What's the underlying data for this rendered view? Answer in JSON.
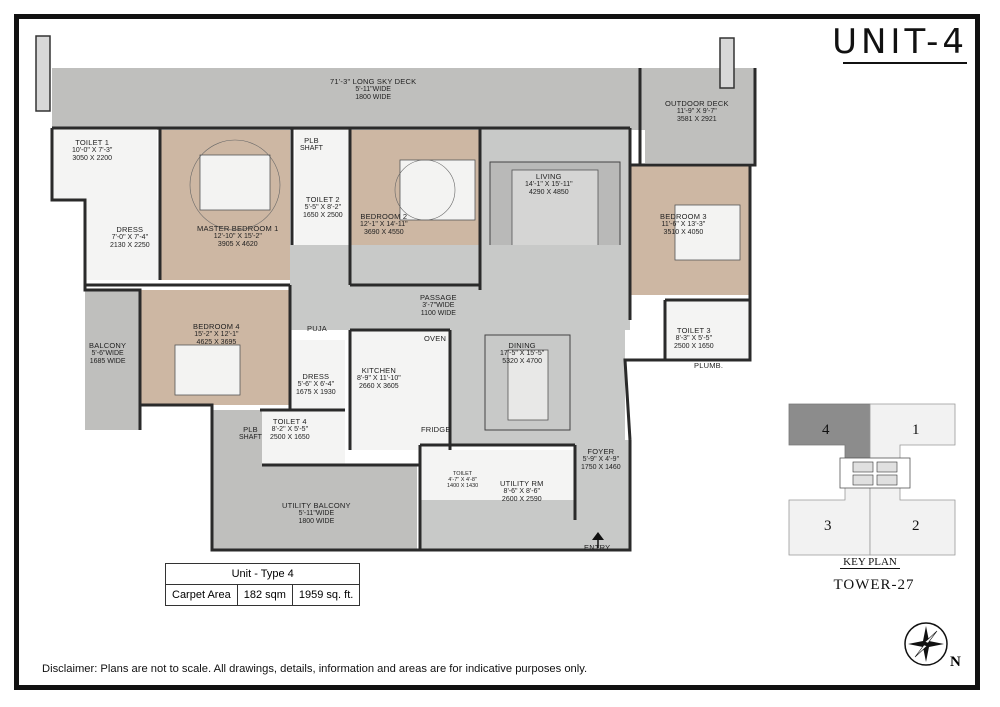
{
  "title": "UNIT-4",
  "rooms": {
    "sky_deck": {
      "name": "71'-3\" LONG SKY DECK",
      "l2": "5'-11\"WIDE",
      "l3": "1800 WIDE"
    },
    "outdoor_deck": {
      "name": "OUTDOOR DECK",
      "l2": "11'-9\" X 9'-7\"",
      "l3": "3581 X 2921"
    },
    "toilet1": {
      "name": "TOILET 1",
      "l2": "10'-0\" X 7'-3\"",
      "l3": "3050 X 2200"
    },
    "master_bedroom": {
      "name": "MASTER BEDROOM 1",
      "l2": "12'-10\" X 15'-2\"",
      "l3": "3905 X 4620"
    },
    "dress1": {
      "name": "DRESS",
      "l2": "7'-0\" X 7'-4\"",
      "l3": "2130 X 2250"
    },
    "plb_shaft1": {
      "name": "PLB",
      "l2": "SHAFT"
    },
    "toilet2": {
      "name": "TOILET 2",
      "l2": "5'-5\" X 8'-2\"",
      "l3": "1650 X 2500"
    },
    "bedroom2": {
      "name": "BEDROOM 2",
      "l2": "12'-1\" X 14'-11\"",
      "l3": "3690 X 4550"
    },
    "living": {
      "name": "LIVING",
      "l2": "14'-1\" X 15'-11\"",
      "l3": "4290 X 4850"
    },
    "bedroom3": {
      "name": "BEDROOM 3",
      "l2": "11'-6\" X 13'-3\"",
      "l3": "3510 X 4050"
    },
    "passage": {
      "name": "PASSAGE",
      "l2": "3'-7\"WIDE",
      "l3": "1100 WIDE"
    },
    "toilet3": {
      "name": "TOILET 3",
      "l2": "8'-3\" X 5'-5\"",
      "l3": "2500 X 1650"
    },
    "plumbing": {
      "name": "PLUMB."
    },
    "balcony": {
      "name": "BALCONY",
      "l2": "5'-6\"WIDE",
      "l3": "1685 WIDE"
    },
    "bedroom4": {
      "name": "BEDROOM 4",
      "l2": "15'-2\" X 12'-1\"",
      "l3": "4625 X 3695"
    },
    "puja": {
      "name": "PUJA"
    },
    "dress4": {
      "name": "DRESS",
      "l2": "5'-6\" X 6'-4\"",
      "l3": "1675 X 1930"
    },
    "oven": {
      "name": "OVEN"
    },
    "kitchen": {
      "name": "KITCHEN",
      "l2": "8'-9\" X 11'-10\"",
      "l3": "2660 X 3605"
    },
    "dining": {
      "name": "DINING",
      "l2": "17'-5\" X 15'-5\"",
      "l3": "5320 X 4700"
    },
    "plb_shaft2": {
      "name": "PLB",
      "l2": "SHAFT"
    },
    "toilet4": {
      "name": "TOILET 4",
      "l2": "8'-2\" X 5'-5\"",
      "l3": "2500 X 1650"
    },
    "fridge": {
      "name": "FRIDGE"
    },
    "toilet5": {
      "name": "TOILET",
      "l2": "4'-7\" X 4'-8\"",
      "l3": "1400 X 1430"
    },
    "utility_rm": {
      "name": "UTILITY RM",
      "l2": "8'-6\" X 8'-6\"",
      "l3": "2600 X 2590"
    },
    "foyer": {
      "name": "FOYER",
      "l2": "5'-9\" X 4'-9\"",
      "l3": "1750 X 1460"
    },
    "utility_balcony": {
      "name": "UTILITY BALCONY",
      "l2": "5'-11\"WIDE",
      "l3": "1800 WIDE"
    },
    "entry": {
      "name": "ENTRY"
    }
  },
  "area_table": {
    "header": "Unit - Type 4",
    "label": "Carpet Area",
    "sqm": "182 sqm",
    "sqft": "1959 sq. ft."
  },
  "key_plan": {
    "units": [
      "4",
      "1",
      "3",
      "2"
    ],
    "caption": "KEY PLAN",
    "tower": "TOWER-27",
    "highlight_color": "#8c8c8c"
  },
  "compass": {
    "north": "N"
  },
  "disclaimer": "Disclaimer: Plans are not to scale. All drawings, details, information and areas are for indicative purposes only.",
  "colors": {
    "wood": "#cdb7a3",
    "marble": "#c8c9c8",
    "deck": "#bfbfbd"
  }
}
